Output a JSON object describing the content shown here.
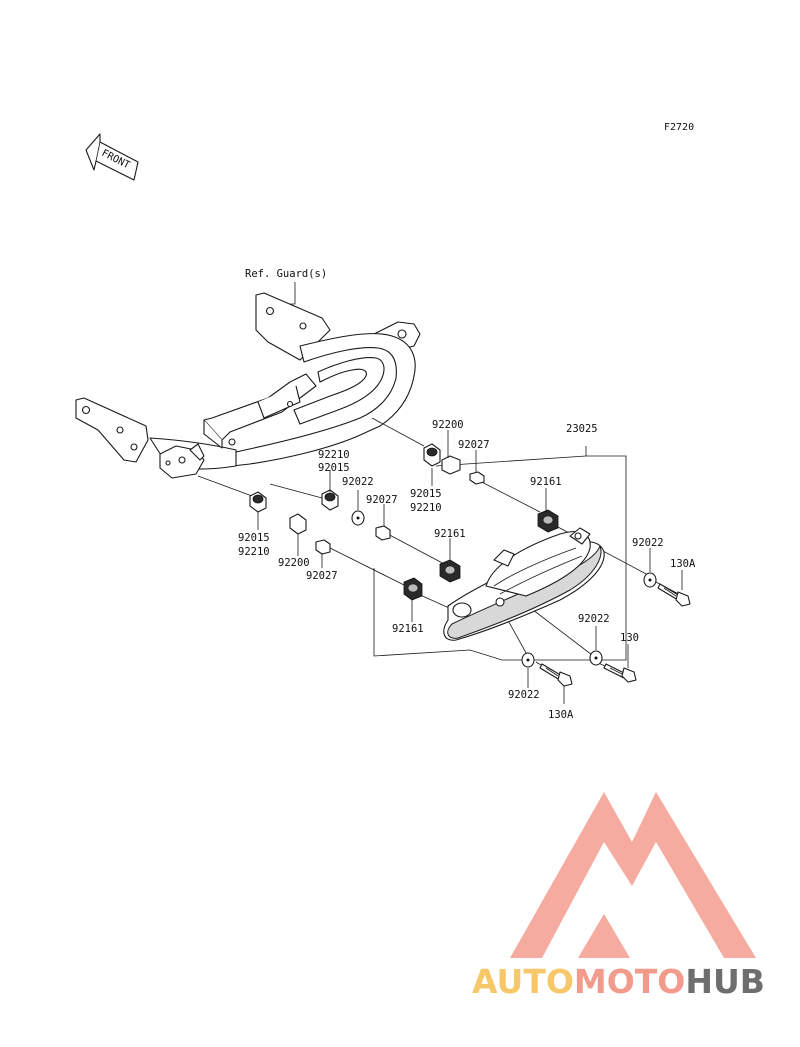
{
  "figure_code": "F2720",
  "front_label": "FRONT",
  "ref_label": "Ref. Guard(s)",
  "watermark": {
    "part1": "AUTO",
    "part2": "MOTO",
    "part3": "HUB",
    "colors": {
      "part1": "#f7c86a",
      "part2": "#f29a8c",
      "part3": "#6e6e6e",
      "logo": "#f29a8c"
    }
  },
  "callouts": {
    "c92200_top": "92200",
    "c92027_top": "92027",
    "c23025": "23025",
    "c92210_a": "92210",
    "c92015_a": "92015",
    "c92022_a": "92022",
    "c92027_mid": "92027",
    "c92015_b": "92015",
    "c92210_b": "92210",
    "c92161_top": "92161",
    "c92015_c": "92015",
    "c92210_c": "92210",
    "c92200_bot": "92200",
    "c92027_bot": "92027",
    "c92161_mid": "92161",
    "c92022_right": "92022",
    "c130A_right": "130A",
    "c92161_bot": "92161",
    "c92022_mid": "92022",
    "c130_mid": "130",
    "c92022_bot": "92022",
    "c130A_bot": "130A"
  }
}
